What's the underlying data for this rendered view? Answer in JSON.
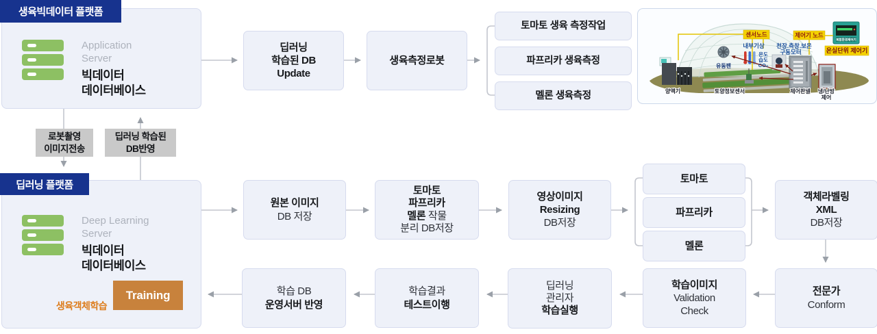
{
  "colors": {
    "navy": "#17338e",
    "box_fill": "#eef1f9",
    "box_border": "#d6dbee",
    "line": "#c3c6ce",
    "arrow": "#9aa0a8",
    "gray_label": "#c9c9c9",
    "orange": "#c8823c",
    "orange_text": "#dd7d1d",
    "green": "#8dc063",
    "slate": "#506470",
    "text_dark": "#17191c",
    "text_muted": "#adb2bc"
  },
  "platform_top": {
    "header": "생육빅데이터 플랫폼",
    "server_en": "Application Server",
    "server_ko": "빅데이터\n데이터베이스"
  },
  "platform_bottom": {
    "header": "딥러닝 플랫폼",
    "server_en": "Deep Learning Server",
    "server_ko": "빅데이터\n데이터베이스",
    "training": "Training",
    "loop_label": "생육객체학습"
  },
  "transfer": {
    "down": "로봇촬영\n이미지전송",
    "up": "딥러닝 학습된\nDB반영"
  },
  "top_flow": {
    "db_update": "딥러닝\n학습된 DB\nUpdate",
    "robot": "생육측정로봇",
    "measures": [
      "토마토 생육 측정작업",
      "파프리카 생육측정",
      "멜론 생육측정"
    ]
  },
  "mid_flow": {
    "original": {
      "strong": "원본 이미지",
      "normal": "DB 저장"
    },
    "separate": {
      "strong": "토마토\n파프리카",
      "strong2": "멜론",
      "normal2": "작물",
      "normal": "분리 DB저장"
    },
    "resizing": {
      "strong": "영상이미지\nResizing",
      "normal": "DB저장"
    },
    "crops": [
      "토마토",
      "파프리카",
      "멜론"
    ],
    "labeling": {
      "strong": "객체라벨링\nXML",
      "normal": "DB저장"
    }
  },
  "bottom_flow": {
    "conform": {
      "strong": "전문가",
      "normal": "Conform"
    },
    "validation": {
      "strong": "학습이미지",
      "normal": "Validation\nCheck"
    },
    "training_run": {
      "normal": "딥러닝\n관리자",
      "strong": "학습실행"
    },
    "test": {
      "normal": "학습결과",
      "strong": "테스트이행"
    },
    "deploy": {
      "normal": "학습 DB",
      "strong": "운영서버 반영"
    }
  },
  "greenhouse": {
    "sensor_node": "센서노드",
    "controller_node": "제어기 노드",
    "unit_controller": "온실단위 제어기",
    "device": "복합환경제어기",
    "internal_weather": "내부기상",
    "motor1": "천장.측창.보온",
    "motor2": "구동모터",
    "temp": "온도",
    "humidity": "습도",
    "co2": "CO₂",
    "fan": "유동팬",
    "nutrient": "양액기",
    "soil_sensor": "토양정보센서",
    "control_panel": "제어판넬",
    "hvac1": "냉/난방",
    "hvac2": "제어"
  }
}
